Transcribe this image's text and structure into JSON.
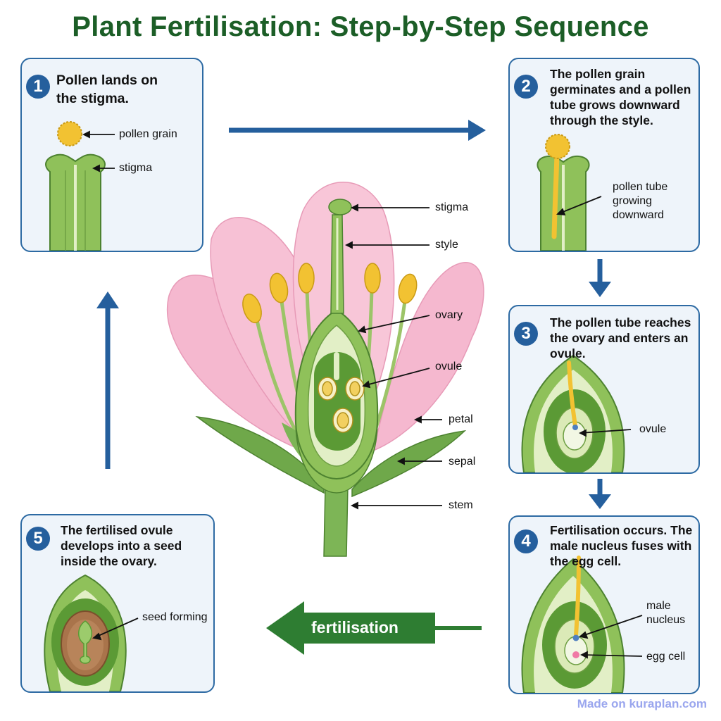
{
  "title": "Plant Fertilisation: Step-by-Step Sequence",
  "steps": [
    {
      "number": "1",
      "text": "Pollen lands on the stigma.",
      "labels": [
        "pollen grain",
        "stigma"
      ]
    },
    {
      "number": "2",
      "text": "The pollen grain germinates and a pollen tube grows downward through the style.",
      "labels": [
        "pollen tube growing downward"
      ]
    },
    {
      "number": "3",
      "text": "The pollen tube reaches the ovary and enters an ovule.",
      "labels": [
        "ovule"
      ]
    },
    {
      "number": "4",
      "text": "Fertilisation occurs. The male nucleus fuses with the egg cell.",
      "labels": [
        "male nucleus",
        "egg cell"
      ]
    },
    {
      "number": "5",
      "text": "The fertilised ovule develops into a seed inside the ovary.",
      "labels": [
        "seed forming"
      ]
    }
  ],
  "flower_labels": [
    "stigma",
    "style",
    "ovary",
    "ovule",
    "petal",
    "sepal",
    "stem"
  ],
  "arrow_label": "fertilisation",
  "footer": "Made on kuraplan.com",
  "colors": {
    "title": "#1c5e27",
    "panel_border": "#2d6aa3",
    "badge": "#255f9d",
    "arrow_blue": "#255f9d",
    "arrow_green": "#2e7d32",
    "petal": "#f5b8cf",
    "plant_green": "#8fc15a",
    "pollen": "#f2c232"
  }
}
